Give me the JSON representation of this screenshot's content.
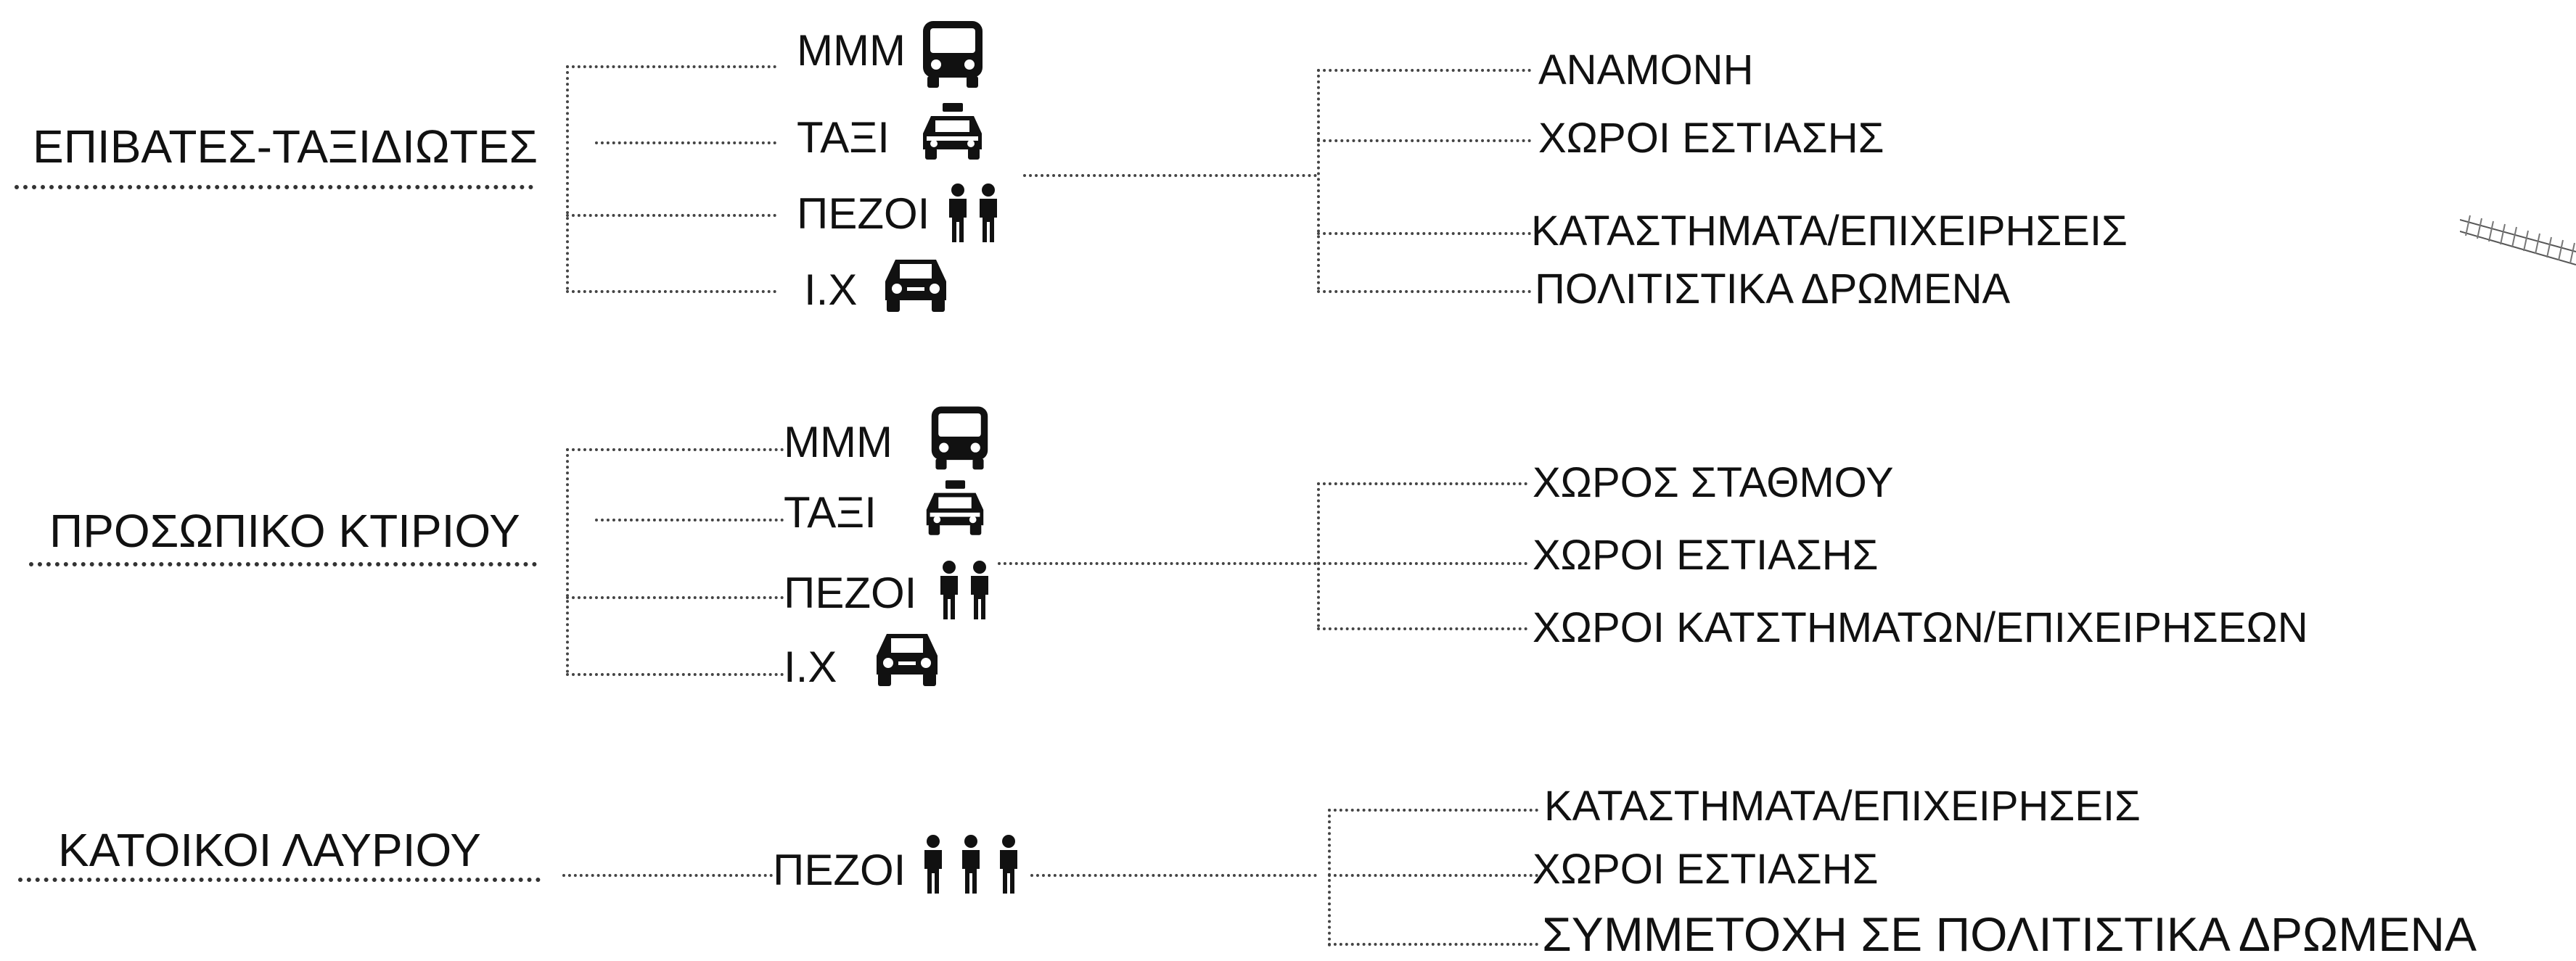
{
  "groups": [
    {
      "label": "ΕΠΙΒΑΤΕΣ-ΤΑΞΙΔΙΩΤΕΣ",
      "modes": [
        {
          "label": "ΜΜΜ",
          "icon": "bus-icon"
        },
        {
          "label": "ΤΑΞΙ",
          "icon": "taxi-icon"
        },
        {
          "label": "ΠΕΖΟΙ",
          "icon": "pedestrians-icon"
        },
        {
          "label": "Ι.Χ",
          "icon": "car-icon"
        }
      ],
      "destinations": [
        "ΑΝΑΜΟΝΗ",
        "ΧΩΡΟΙ ΕΣΤΙΑΣΗΣ",
        "ΚΑΤΑΣΤΗΜΑΤΑ/ΕΠΙΧΕΙΡΗΣΕΙΣ",
        "ΠΟΛΙΤΙΣΤΙΚΑ ΔΡΩΜΕΝΑ"
      ]
    },
    {
      "label": "ΠΡΟΣΩΠΙΚΟ ΚΤΙΡΙΟΥ",
      "modes": [
        {
          "label": "ΜΜΜ",
          "icon": "bus-icon"
        },
        {
          "label": "ΤΑΞΙ",
          "icon": "taxi-icon"
        },
        {
          "label": "ΠΕΖΟΙ",
          "icon": "pedestrians-icon"
        },
        {
          "label": "Ι.Χ",
          "icon": "car-icon"
        }
      ],
      "destinations": [
        "ΧΩΡΟΣ ΣΤΑΘΜΟΥ",
        "ΧΩΡΟΙ ΕΣΤΙΑΣΗΣ",
        "ΧΩΡΟΙ ΚΑΤΣΤΗΜΑΤΩΝ/ΕΠΙΧΕΙΡΗΣΕΩΝ"
      ]
    },
    {
      "label": "ΚΑΤΟΙΚΟΙ ΛΑΥΡΙΟΥ",
      "modes": [
        {
          "label": "ΠΕΖΟΙ",
          "icon": "three-pedestrians-icon"
        }
      ],
      "destinations": [
        "ΚΑΤΑΣΤΗΜΑΤΑ/ΕΠΙΧΕΙΡΗΣΕΙΣ",
        "ΧΩΡΟΙ ΕΣΤΙΑΣΗΣ",
        "ΣΥΜΜΕΤΟΧΗ ΣΕ ΠΟΛΙΤΙΣΤΙΚΑ ΔΡΩΜΕΝΑ"
      ]
    }
  ],
  "colors": {
    "text": "#111111",
    "dots": "#444444",
    "background": "#ffffff"
  }
}
